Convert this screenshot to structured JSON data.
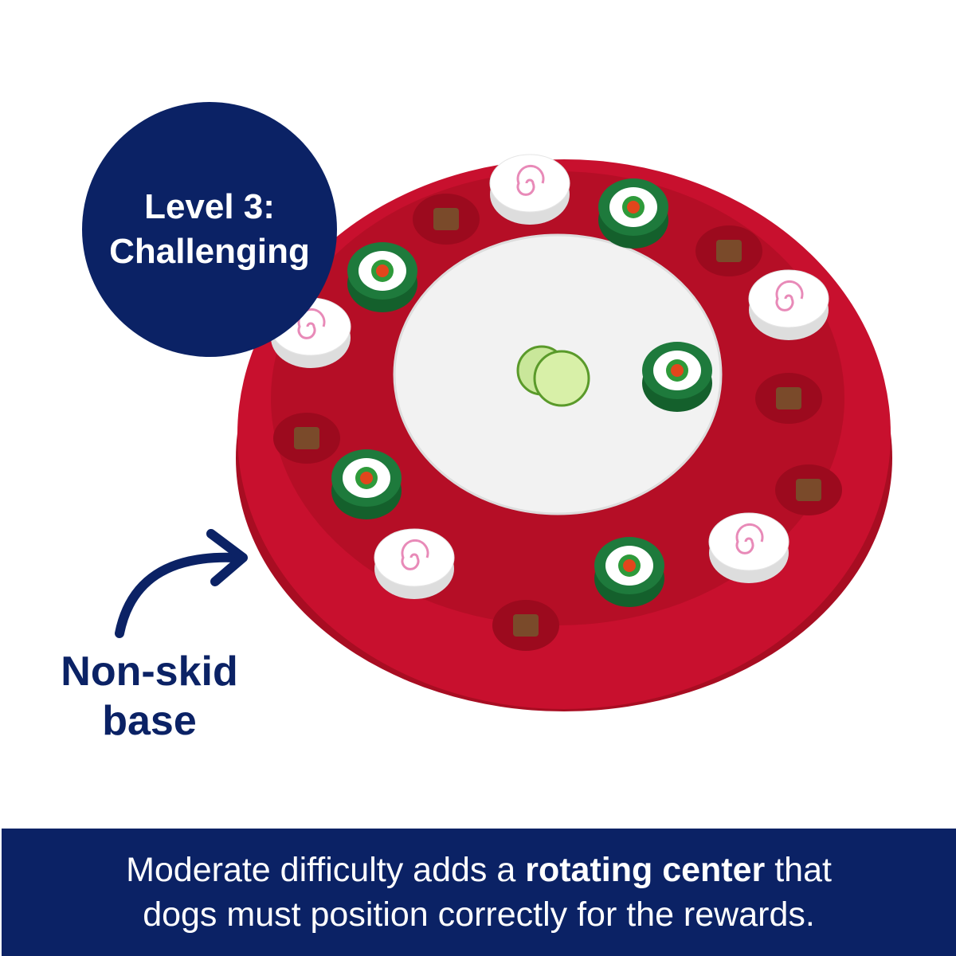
{
  "badge": {
    "line1": "Level 3:",
    "line2": "Challenging"
  },
  "callout": {
    "line1": "Non-skid",
    "line2": "base"
  },
  "banner": {
    "line1_pre": "Moderate difficulty adds a ",
    "line1_bold": "rotating center",
    "line1_post": " that",
    "line2": "dogs must position correctly for the rewards."
  },
  "colors": {
    "navy": "#0b2265",
    "red": "#c8102e",
    "green": "#1e7a3c",
    "white": "#ffffff"
  }
}
